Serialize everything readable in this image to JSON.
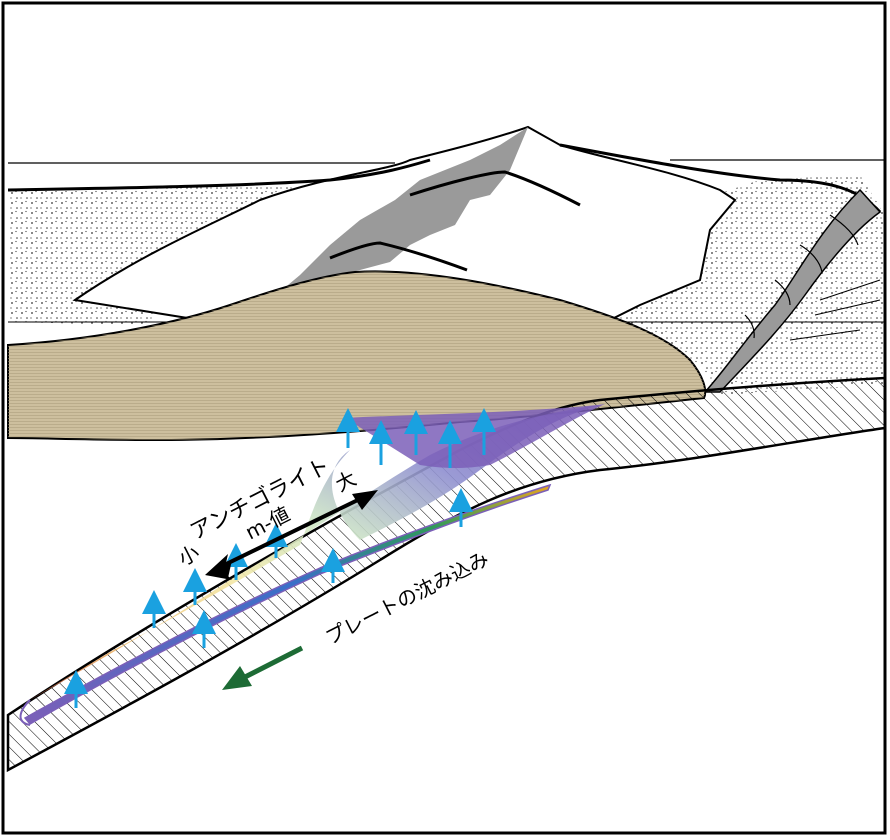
{
  "labels": {
    "antigorite": "アンチゴライト",
    "small": "小",
    "large": "大",
    "m_value": "m-値",
    "plate_subduction": "プレートの沈み込み"
  },
  "colors": {
    "sediment_brown": "#cdbf9e",
    "mountain_gray": "#9a9a9a",
    "upwelling_arrow": "#1aa1e0",
    "subduction_arrow": "#1d6b35",
    "m_value_arrow": "#000000",
    "antigorite_purple": "#7b5fb8",
    "antigorite_green": "#cfe7c6",
    "antigorite_yellow": "#f0d98a",
    "antigorite_red": "#c9573b"
  }
}
